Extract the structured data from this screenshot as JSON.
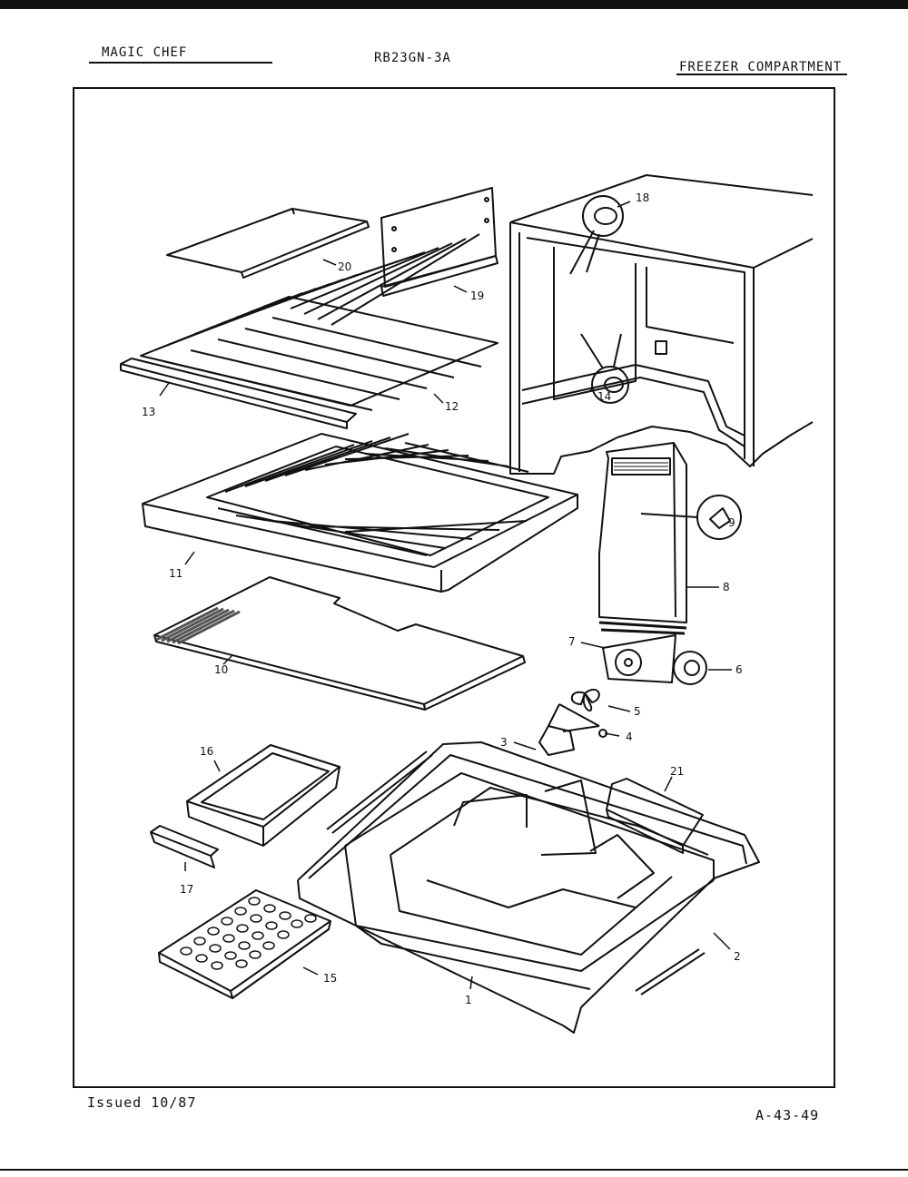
{
  "header": {
    "brand": "MAGIC CHEF",
    "model": "RB23GN-3A",
    "section": "FREEZER COMPARTMENT"
  },
  "footer": {
    "issued": "Issued 10/87",
    "page_code": "A-43-49"
  },
  "callouts": {
    "c1": "1",
    "c2": "2",
    "c3": "3",
    "c4": "4",
    "c5": "5",
    "c6": "6",
    "c7": "7",
    "c8": "8",
    "c9": "9",
    "c10": "10",
    "c11": "11",
    "c12": "12",
    "c13": "13",
    "c14": "14",
    "c15": "15",
    "c16": "16",
    "c17": "17",
    "c18": "18",
    "c19": "19",
    "c20": "20",
    "c21": "21"
  }
}
